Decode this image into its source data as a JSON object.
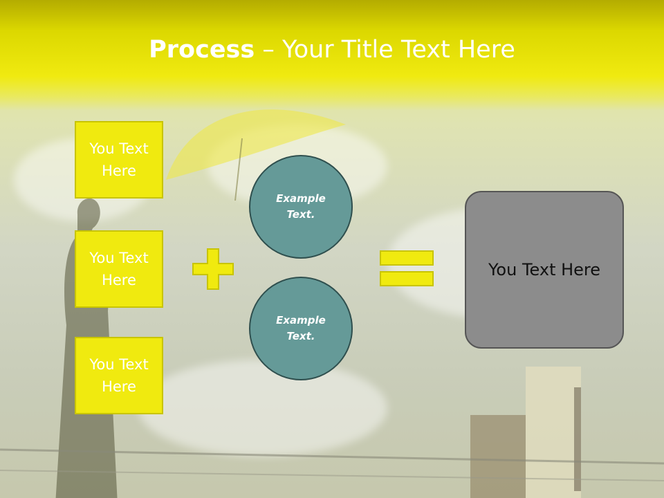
{
  "slide": {
    "title_bold": "Process",
    "title_rest": " – Your Title Text Here"
  },
  "left_boxes": [
    {
      "text": "You Text\nHere"
    },
    {
      "text": "You Text\nHere"
    },
    {
      "text": "You Text\nHere"
    }
  ],
  "circles": [
    {
      "text": "Example\nText."
    },
    {
      "text": "Example\nText."
    }
  ],
  "result_box": {
    "text": "You Text Here"
  },
  "colors": {
    "accent_yellow": "#f0ea0f",
    "circle_teal": "#659a98",
    "result_gray": "#8c8c8c"
  },
  "icons": [
    "plus-icon",
    "equals-icon"
  ]
}
